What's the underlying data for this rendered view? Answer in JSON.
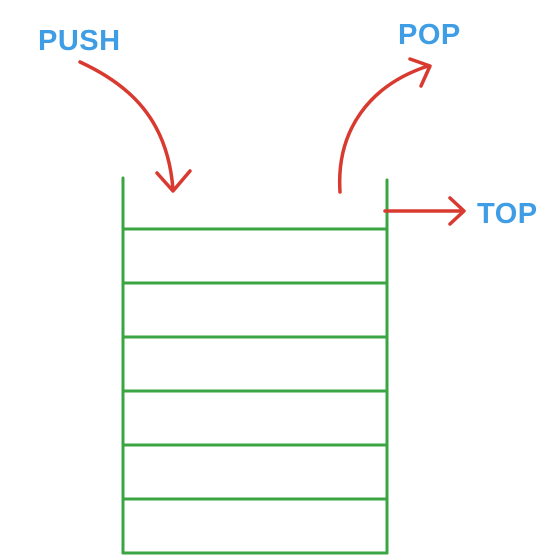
{
  "labels": {
    "push": "PUSH",
    "pop": "POP",
    "top": "TOP"
  },
  "stack": {
    "slot_count": 6
  },
  "colors": {
    "label": "#3f9de6",
    "arrow": "#d93a30",
    "stack": "#3aa542",
    "background": "#ffffff"
  }
}
